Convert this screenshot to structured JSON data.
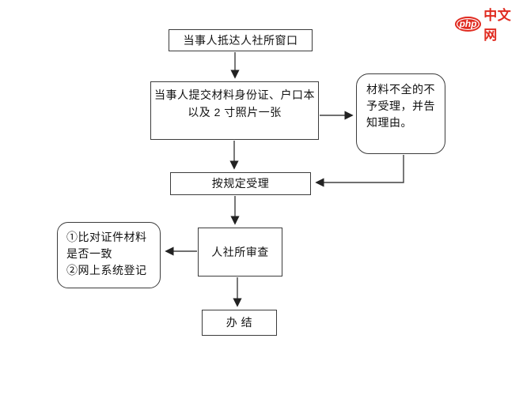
{
  "watermark": {
    "badge_text": "php",
    "site_text": "中文网",
    "brand_color": "#e02b20"
  },
  "flowchart": {
    "line_color": "#404040",
    "nodes": {
      "arrive": {
        "label": "当事人抵达人社所窗口"
      },
      "submit": {
        "lines": [
          "当事人提交材料身份证、户口本",
          "以及 2 寸照片一张"
        ]
      },
      "reject": {
        "lines": [
          "材料不全的不",
          "予受理，并告",
          "知理由。"
        ]
      },
      "accept": {
        "label": "按规定受理"
      },
      "checklist": {
        "lines": [
          "①比对证件材料",
          "是否一致",
          "②网上系统登记"
        ]
      },
      "review": {
        "label": "人社所审查"
      },
      "done": {
        "label": "办 结"
      }
    }
  }
}
